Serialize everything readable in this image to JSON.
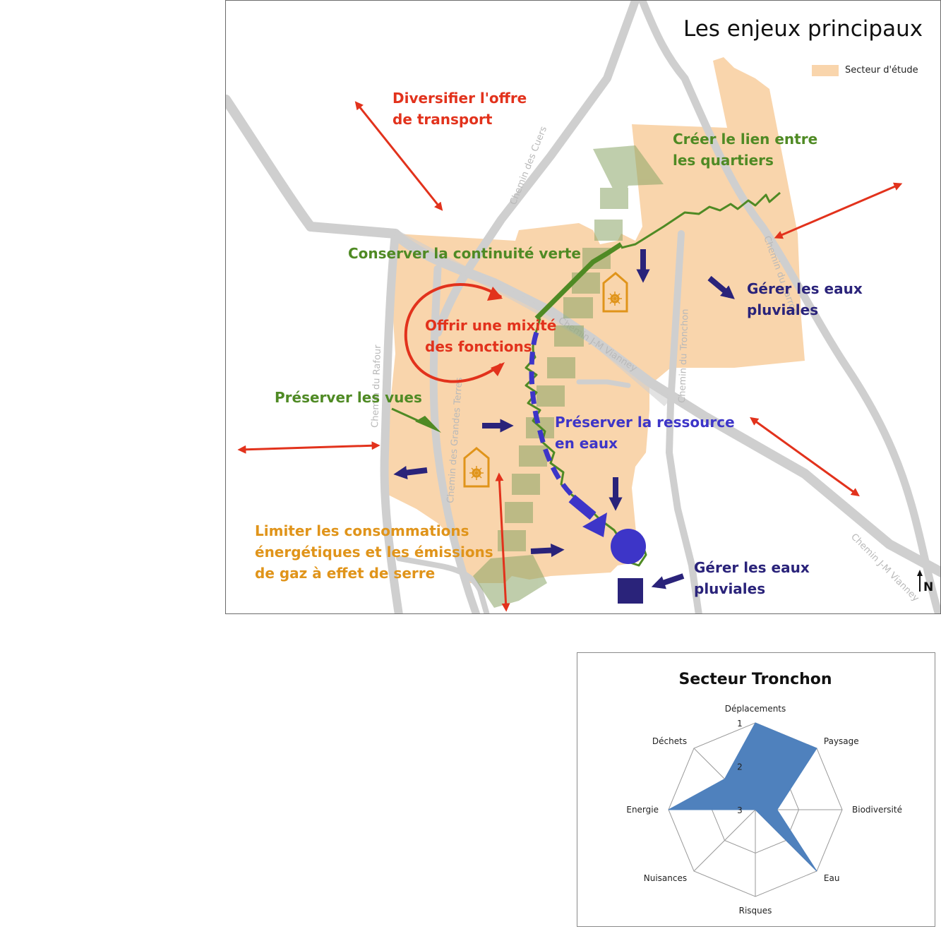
{
  "map": {
    "title": "Les enjeux principaux",
    "legend": {
      "label": "Secteur d'étude",
      "color": "#f9d5ac"
    },
    "north_label": "N",
    "colors": {
      "red": "#e2321c",
      "green": "#4f8a24",
      "blue": "#2a237a",
      "light_blue": "#3d35c8",
      "orange": "#e0941a",
      "road": "#cfcfcf"
    },
    "road_labels": {
      "cuers": "Chemin des Cuers",
      "rafour": "Chemin du Rafour",
      "grandes": "Chemin des Grandes Terres",
      "vianney1": "Chemin J-M Vianney",
      "tronchon": "Chemin du Tronchon",
      "carron": "Chemin du Carron",
      "vianney2": "Chemin J-M Vianney"
    },
    "labels": {
      "transport_1": "Diversifier l'offre",
      "transport_2": "de transport",
      "lien_1": "Créer le lien entre",
      "lien_2": "les quartiers",
      "continuite": "Conserver  la continuité verte",
      "eaux_a_1": "Gérer les eaux",
      "eaux_a_2": "pluviales",
      "mixite_1": "Offrir une mixité",
      "mixite_2": "des fonctions",
      "vues": "Préserver les vues",
      "ressource_1": "Préserver la ressource",
      "ressource_2": "en eaux",
      "energie_1": "Limiter les consommations",
      "energie_2": "énergétiques et les émissions",
      "energie_3": "de gaz à effet de serre",
      "eaux_b_1": "Gérer les eaux",
      "eaux_b_2": "pluviales"
    },
    "icons": [
      "transport-arrow-icon",
      "green-corridor-arrow-icon",
      "water-flow-arrow-icon",
      "energy-house-icon",
      "retention-basin-icon",
      "north-arrow-icon"
    ]
  },
  "chart_data": {
    "type": "radar",
    "title": "Secteur Tronchon",
    "axes": [
      "Déplacements",
      "Paysage",
      "Biodiversité",
      "Eau",
      "Risques",
      "Nuisances",
      "Energie",
      "Déchets"
    ],
    "values": [
      1,
      1,
      2.5,
      1,
      3,
      3,
      1,
      2
    ],
    "scale_labels": [
      "1",
      "2",
      "3"
    ],
    "scale_min": 1,
    "scale_max": 3,
    "fill_color": "#4f81bd",
    "grid": true
  }
}
